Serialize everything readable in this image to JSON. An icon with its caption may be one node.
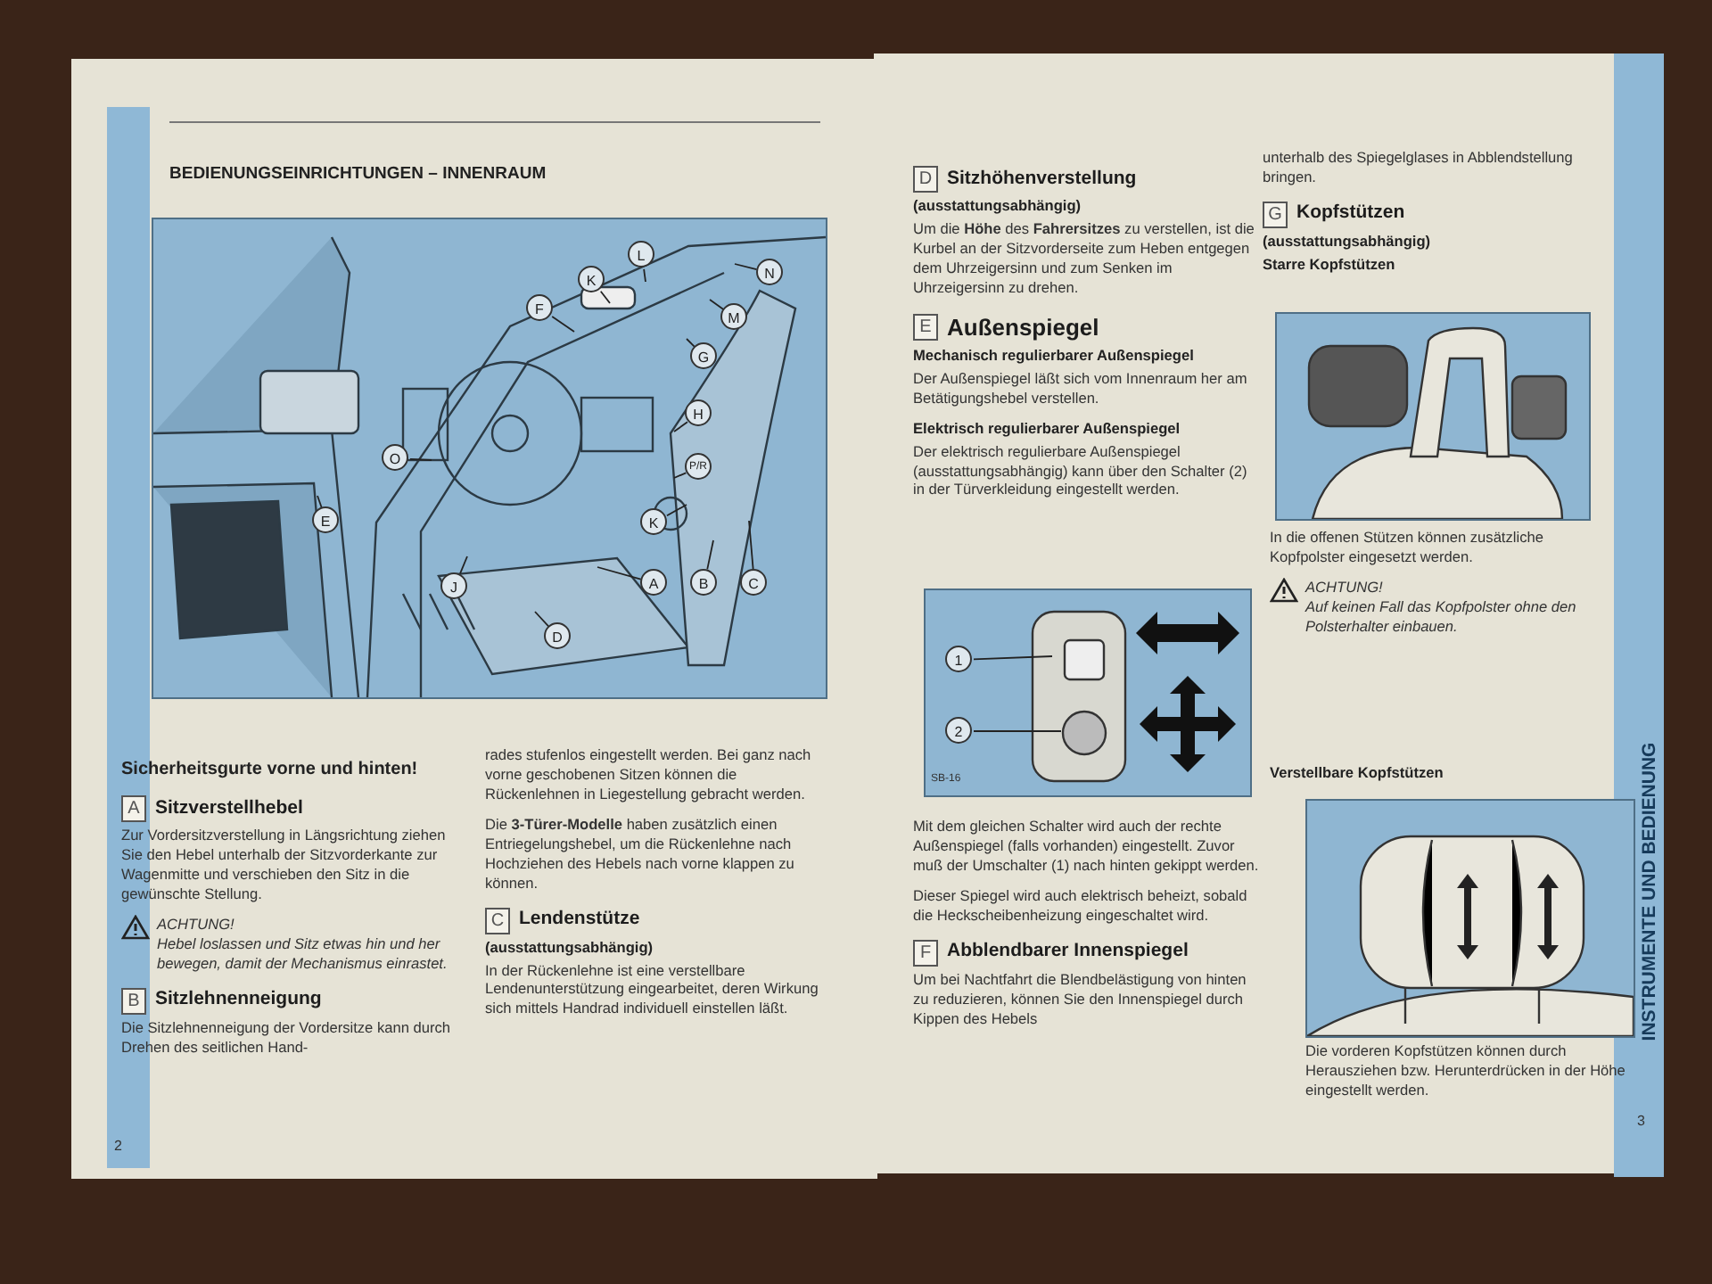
{
  "diagram": {
    "title": "BEDIENUNGSEINRICHTUNGEN – INNENRAUM",
    "nodes": [
      {
        "text": [
          "L"
        ]
      },
      {
        "text": [
          "K"
        ]
      },
      {
        "text": [
          "N"
        ]
      },
      {
        "text": [
          "F"
        ]
      },
      {
        "text": [
          "M"
        ]
      },
      {
        "text": [
          "G"
        ]
      },
      {
        "text": [
          "H"
        ]
      },
      {
        "text": [
          "O"
        ]
      },
      {
        "text": [
          "P/R"
        ]
      },
      {
        "text": [
          "E"
        ]
      },
      {
        "text": [
          "K"
        ]
      },
      {
        "text": [
          "J"
        ]
      },
      {
        "text": [
          "A"
        ]
      },
      {
        "text": [
          "B"
        ]
      },
      {
        "text": [
          "C"
        ]
      },
      {
        "text": [
          "D"
        ]
      },
      {
        "text": [
          "A"
        ],
        "beside": [
          "Sitzverstellhebel"
        ]
      },
      {
        "text": [
          "B"
        ],
        "beside": [
          "Sitzlehnenneigung"
        ]
      },
      {
        "text": [
          "C"
        ],
        "beside": [
          "Lendenstütze"
        ]
      },
      {
        "text": [
          "D"
        ],
        "beside": [
          "Sitzhöhenverstellung"
        ]
      },
      {
        "text": [
          "E"
        ],
        "beside": [
          "Außenspiegel"
        ]
      },
      {
        "text": [
          "F"
        ],
        "beside": [
          "Abblendbarer Innenspiegel"
        ]
      },
      {
        "text": [
          "G"
        ],
        "beside": [
          "Kopfstützen"
        ]
      },
      {
        "text": [
          "1"
        ]
      },
      {
        "text": [
          "2"
        ]
      }
    ],
    "edges": [
      {
        "from": 0,
        "to": null,
        "arrow": "none"
      },
      {
        "from": 1,
        "to": null,
        "arrow": "none"
      },
      {
        "from": 2,
        "to": null,
        "arrow": "none"
      },
      {
        "from": 3,
        "to": null,
        "arrow": "none"
      },
      {
        "from": 4,
        "to": null,
        "arrow": "none"
      },
      {
        "from": 5,
        "to": null,
        "arrow": "none"
      },
      {
        "from": 6,
        "to": null,
        "arrow": "none"
      },
      {
        "from": 7,
        "to": null,
        "arrow": "none"
      },
      {
        "from": 8,
        "to": null,
        "arrow": "none"
      },
      {
        "from": 9,
        "to": null,
        "arrow": "none"
      },
      {
        "from": 10,
        "to": null,
        "arrow": "none"
      },
      {
        "from": 11,
        "to": null,
        "arrow": "none"
      },
      {
        "from": 12,
        "to": null,
        "arrow": "none"
      },
      {
        "from": 13,
        "to": null,
        "arrow": "none"
      },
      {
        "from": 14,
        "to": null,
        "arrow": "none"
      },
      {
        "from": 15,
        "to": null,
        "arrow": "none"
      },
      {
        "from": 23,
        "to": null,
        "arrow": "none"
      },
      {
        "from": 24,
        "to": null,
        "arrow": "none"
      }
    ],
    "labels": [
      "Sicherheitsgurte vorne und hinten!",
      "Zur Vordersitzverstellung in Längsrichtung ziehen Sie den Hebel unterhalb der Sitzvorderkante zur Wagenmitte und verschieben den Sitz in die gewünschte Stellung.",
      "ACHTUNG!",
      "Hebel loslassen und Sitz etwas hin und her bewegen, damit der Mechanismus einrastet.",
      "Die Sitzlehnenneigung der Vordersitze kann durch Drehen des seitlichen Hand-",
      "2",
      "rades stufenlos eingestellt werden. Bei ganz nach vorne geschobenen Sitzen können die Rückenlehnen in Liegestellung gebracht werden.",
      "Die **3-Türer-Modelle** haben zusätzlich einen Entriegelungshebel, um die Rückenlehne nach Hochziehen des Hebels nach vorne klappen zu können.",
      "(ausstattungsabhängig)",
      "In der Rückenlehne ist eine verstellbare Lendenunterstützung eingearbeitet, deren Wirkung sich mittels Handrad individuell einstellen läßt.",
      "(ausstattungsabhängig)",
      "Um die **Höhe** des **Fahrersitzes** zu verstellen, ist die Kurbel an der Sitzvorderseite zum Heben entgegen dem Uhrzeigersinn und zum Senken im Uhrzeigersinn zu drehen.",
      "Mechanisch regulierbarer Außenspiegel",
      "Der Außenspiegel läßt sich vom Innenraum her am Betätigungshebel verstellen.",
      "Elektrisch regulierbarer Außenspiegel",
      "Der elektrisch regulierbare Außenspiegel (ausstattungsabhängig) kann über den Schalter (2) in der Türverkleidung eingestellt werden.",
      "SB-16",
      "Mit dem gleichen Schalter wird auch der rechte Außenspiegel (falls vorhanden) eingestellt. Zuvor muß der Umschalter (1) nach hinten gekippt werden.",
      "Dieser Spiegel wird auch elektrisch beheizt, sobald die Heckscheibenheizung eingeschaltet wird.",
      "Um bei Nachtfahrt die Blendbelästigung von hinten zu reduzieren, können Sie den Innenspiegel durch Kippen des Hebels",
      "unterhalb des Spiegelglases in Abblendstellung bringen.",
      "(ausstattungsabhängig)",
      "Starre Kopfstützen",
      "In die offenen Stützen können zusätzliche Kopfpolster eingesetzt werden.",
      "ACHTUNG!",
      "Auf keinen Fall das Kopfpolster ohne den Polsterhalter einbauen.",
      "Verstellbare Kopfstützen",
      "Die vorderen Kopfstützen können durch Herausziehen bzw. Herunterdrücken in der Höhe eingestellt werden.",
      "3",
      "INSTRUMENTE UND BEDIENUNG"
    ]
  }
}
